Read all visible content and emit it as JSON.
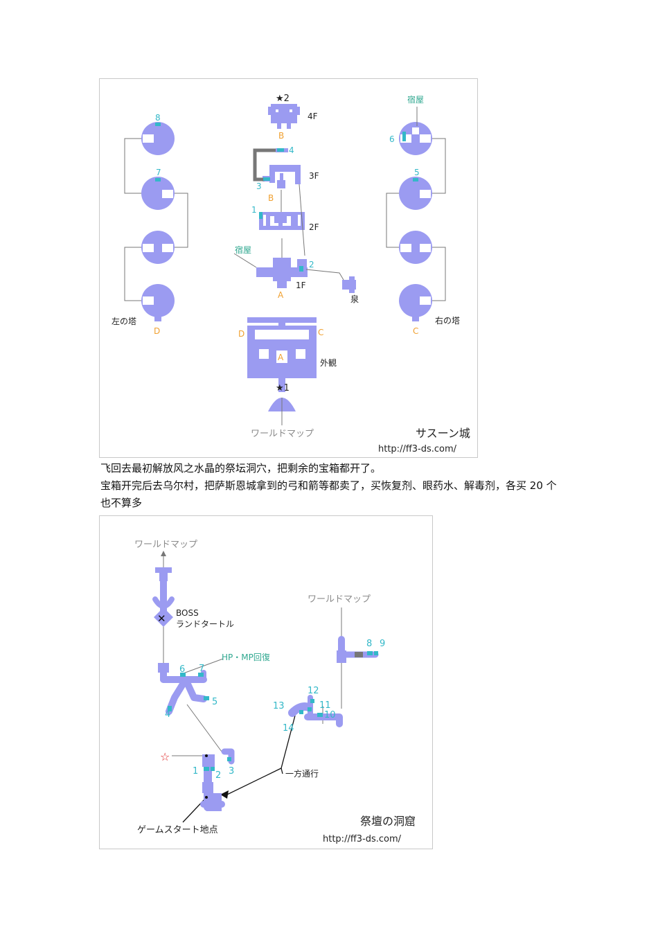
{
  "colors": {
    "room": "#9b9bf1",
    "line": "#777777",
    "door": "#f0a030",
    "chest": "#33b8c8",
    "inn": "#30a890",
    "text": "#222222",
    "gray_text": "#8a8a8a",
    "star_red": "#dd2222",
    "dark_gray": "#777777"
  },
  "map1": {
    "title": "サスーン城",
    "url": "http://ff3-ds.com/",
    "world_map": "ワールドマップ",
    "star1": "★1",
    "star2": "★2",
    "floor_4f": "4F",
    "floor_3f": "3F",
    "floor_2f": "2F",
    "floor_1f": "1F",
    "exterior": "外観",
    "spring": "泉",
    "left_tower": "左の塔",
    "right_tower": "右の塔",
    "inn_left": "宿屋",
    "inn_right": "宿屋",
    "door_a": "A",
    "door_b": "B",
    "door_c": "C",
    "door_d": "D",
    "chests": [
      "1",
      "2",
      "3",
      "4",
      "5",
      "6",
      "7",
      "8"
    ]
  },
  "paragraphs": {
    "p1": "飞回去最初解放风之水晶的祭坛洞穴，把剩余的宝箱都开了。",
    "p2": "宝箱开完后去乌尔村，把萨斯恩城拿到的弓和箭等都卖了，买恢复剂、眼药水、解毒剂，各买 20 个也不算多"
  },
  "map2": {
    "title": "祭壇の洞窟",
    "url": "http://ff3-ds.com/",
    "world_map_left": "ワールドマップ",
    "world_map_right": "ワールドマップ",
    "boss": "BOSS",
    "boss_name": "ランドタートル",
    "hp_mp": "HP・MP回復",
    "one_way": "一方通行",
    "start": "ゲームスタート地点",
    "star": "☆",
    "chests": [
      "1",
      "2",
      "3",
      "4",
      "5",
      "6",
      "7",
      "8",
      "9",
      "10",
      "11",
      "12",
      "13",
      "14"
    ]
  }
}
